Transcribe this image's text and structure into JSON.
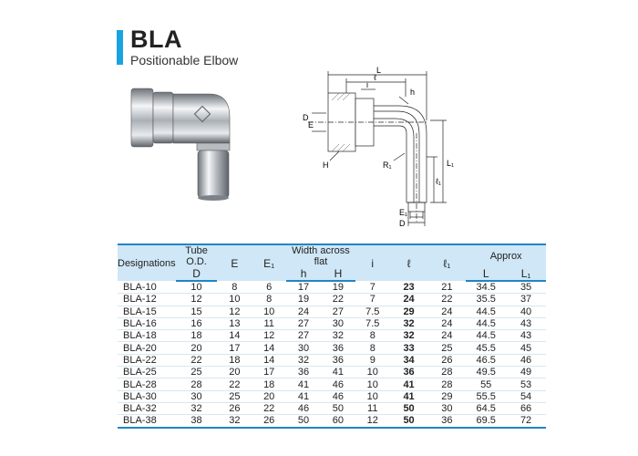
{
  "header": {
    "title": "BLA",
    "subtitle": "Positionable Elbow"
  },
  "drawing_labels": {
    "L": "L",
    "l": "ℓ",
    "i": "i",
    "h": "h",
    "D": "D",
    "E": "E",
    "H": "H",
    "R1": "R₁",
    "l1": "ℓ₁",
    "L1": "L₁",
    "E1": "E₁",
    "D_bottom": "D"
  },
  "table": {
    "headers": {
      "designations": "Designations",
      "tube_od": "Tube  O.D.",
      "D": "D",
      "E": "E",
      "E1": "E₁",
      "width_across_flat": "Width across flat",
      "h": "h",
      "H": "H",
      "i": "i",
      "l": "ℓ",
      "l1": "ℓ₁",
      "approx": "Approx",
      "L": "L",
      "L1": "L₁"
    },
    "rows": [
      {
        "des": "BLA-10",
        "D": "10",
        "E": "8",
        "E1": "6",
        "h": "17",
        "H": "19",
        "i": "7",
        "l": "23",
        "l1": "21",
        "L": "34.5",
        "L1": "35"
      },
      {
        "des": "BLA-12",
        "D": "12",
        "E": "10",
        "E1": "8",
        "h": "19",
        "H": "22",
        "i": "7",
        "l": "24",
        "l1": "22",
        "L": "35.5",
        "L1": "37"
      },
      {
        "des": "BLA-15",
        "D": "15",
        "E": "12",
        "E1": "10",
        "h": "24",
        "H": "27",
        "i": "7.5",
        "l": "29",
        "l1": "24",
        "L": "44.5",
        "L1": "40"
      },
      {
        "des": "BLA-16",
        "D": "16",
        "E": "13",
        "E1": "11",
        "h": "27",
        "H": "30",
        "i": "7.5",
        "l": "32",
        "l1": "24",
        "L": "44.5",
        "L1": "43"
      },
      {
        "des": "BLA-18",
        "D": "18",
        "E": "14",
        "E1": "12",
        "h": "27",
        "H": "32",
        "i": "8",
        "l": "32",
        "l1": "24",
        "L": "44.5",
        "L1": "43"
      },
      {
        "des": "BLA-20",
        "D": "20",
        "E": "17",
        "E1": "14",
        "h": "30",
        "H": "36",
        "i": "8",
        "l": "33",
        "l1": "25",
        "L": "45.5",
        "L1": "45"
      },
      {
        "des": "BLA-22",
        "D": "22",
        "E": "18",
        "E1": "14",
        "h": "32",
        "H": "36",
        "i": "9",
        "l": "34",
        "l1": "26",
        "L": "46.5",
        "L1": "46"
      },
      {
        "des": "BLA-25",
        "D": "25",
        "E": "20",
        "E1": "17",
        "h": "36",
        "H": "41",
        "i": "10",
        "l": "36",
        "l1": "28",
        "L": "49.5",
        "L1": "49"
      },
      {
        "des": "BLA-28",
        "D": "28",
        "E": "22",
        "E1": "18",
        "h": "41",
        "H": "46",
        "i": "10",
        "l": "41",
        "l1": "28",
        "L": "55",
        "L1": "53"
      },
      {
        "des": "BLA-30",
        "D": "30",
        "E": "25",
        "E1": "20",
        "h": "41",
        "H": "46",
        "i": "10",
        "l": "41",
        "l1": "29",
        "L": "55.5",
        "L1": "54"
      },
      {
        "des": "BLA-32",
        "D": "32",
        "E": "26",
        "E1": "22",
        "h": "46",
        "H": "50",
        "i": "11",
        "l": "50",
        "l1": "30",
        "L": "64.5",
        "L1": "66"
      },
      {
        "des": "BLA-38",
        "D": "38",
        "E": "32",
        "E1": "26",
        "h": "50",
        "H": "60",
        "i": "12",
        "l": "50",
        "l1": "36",
        "L": "69.5",
        "L1": "72"
      }
    ]
  },
  "colors": {
    "accent": "#1aa3e0",
    "header_fill": "#cfe7f6",
    "rule": "#1f86c6"
  }
}
